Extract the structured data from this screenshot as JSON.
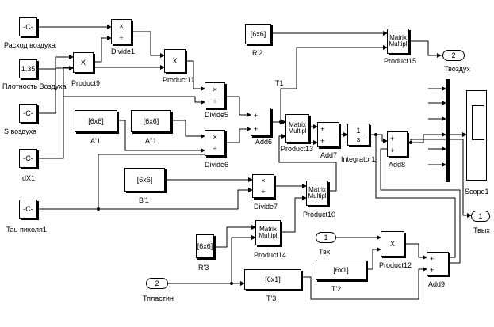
{
  "blocks": {
    "const_rashod": {
      "text": "-C-",
      "label": "Расход воздуха"
    },
    "const_plotnost": {
      "text": "1.35",
      "label": "Плотность Воздуха"
    },
    "const_s": {
      "text": "-C-",
      "label": "S воздуха"
    },
    "const_dx": {
      "text": "-C-",
      "label": "dX1"
    },
    "const_tau": {
      "text": "-C-",
      "label": "Tau пиколя1"
    },
    "divide1": {
      "label": "Divide1"
    },
    "product9": {
      "label": "Product9",
      "text": "X"
    },
    "product11": {
      "label": "Product11",
      "text": "X"
    },
    "divide5": {
      "label": "Divide5"
    },
    "divide6": {
      "label": "Divide6"
    },
    "divide7": {
      "label": "Divide7"
    },
    "a1": {
      "text": "[6x6]",
      "label": "A'1"
    },
    "a2": {
      "text": "[6x6]",
      "label": "A''1"
    },
    "b1": {
      "text": "[6x6]",
      "label": "B'1"
    },
    "r2": {
      "text": "[6x6]",
      "label": "R'2"
    },
    "r3": {
      "text": "[6x6]",
      "label": "R'3"
    },
    "t3": {
      "text": "[6x1]",
      "label": "T'3"
    },
    "t2": {
      "text": "[6x1]",
      "label": "T'2"
    },
    "add6": {
      "label": "Add6"
    },
    "add7": {
      "label": "Add7"
    },
    "add8": {
      "label": "Add8"
    },
    "add9": {
      "label": "Add9"
    },
    "product13": {
      "label": "Product13",
      "text": [
        "Matrix",
        "Multipl"
      ]
    },
    "product15": {
      "label": "Product15",
      "text": [
        "Matrix",
        "Multipl"
      ]
    },
    "product10": {
      "label": "Product10",
      "text": [
        "Matrix",
        "Multipl"
      ]
    },
    "product14": {
      "label": "Product14",
      "text": [
        "Matrix",
        "Multipl"
      ]
    },
    "product12": {
      "label": "Product12",
      "text": "X"
    },
    "integrator": {
      "label": "Integrator1",
      "num": "1",
      "den": "s"
    },
    "scope": {
      "label": "Scope1"
    },
    "out_tvozdukh": {
      "text": "2",
      "label": "Твоздух"
    },
    "out_tvykh": {
      "text": "1",
      "label": "Твых"
    },
    "in_tvkh": {
      "text": "1",
      "label": "Твх"
    },
    "in_tplastin": {
      "text": "2",
      "label": "Тпластин"
    }
  },
  "signal_labels": {
    "t1": "T1"
  },
  "symbols": {
    "multiply": "×",
    "divide": "÷",
    "plus": "+"
  }
}
